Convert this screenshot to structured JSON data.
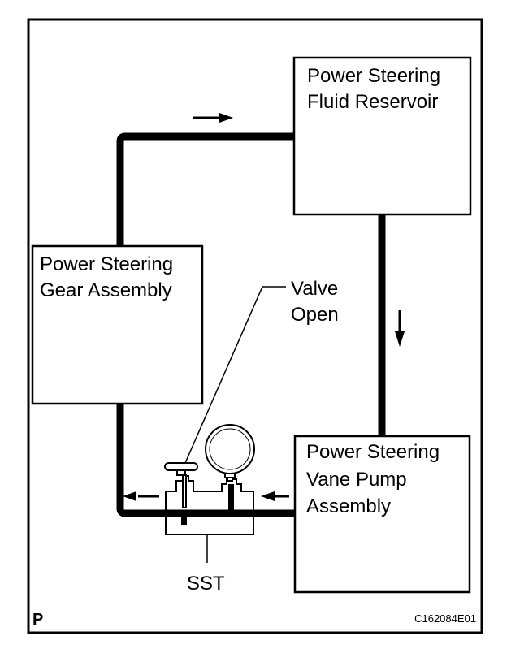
{
  "diagram": {
    "components": {
      "reservoir": {
        "line1": "Power Steering",
        "line2": "Fluid Reservoir"
      },
      "gear": {
        "line1": "Power Steering",
        "line2": "Gear Assembly"
      },
      "pump": {
        "line1": "Power Steering",
        "line2": "Vane Pump",
        "line3": "Assembly"
      }
    },
    "callouts": {
      "valve_line1": "Valve",
      "valve_line2": "Open",
      "sst": "SST"
    },
    "footer": {
      "corner_mark": "P",
      "figure_code": "C162084E01"
    },
    "flow_arrows": [
      "right",
      "down",
      "left",
      "left"
    ],
    "colors": {
      "line": "#000000",
      "background": "#ffffff"
    }
  }
}
